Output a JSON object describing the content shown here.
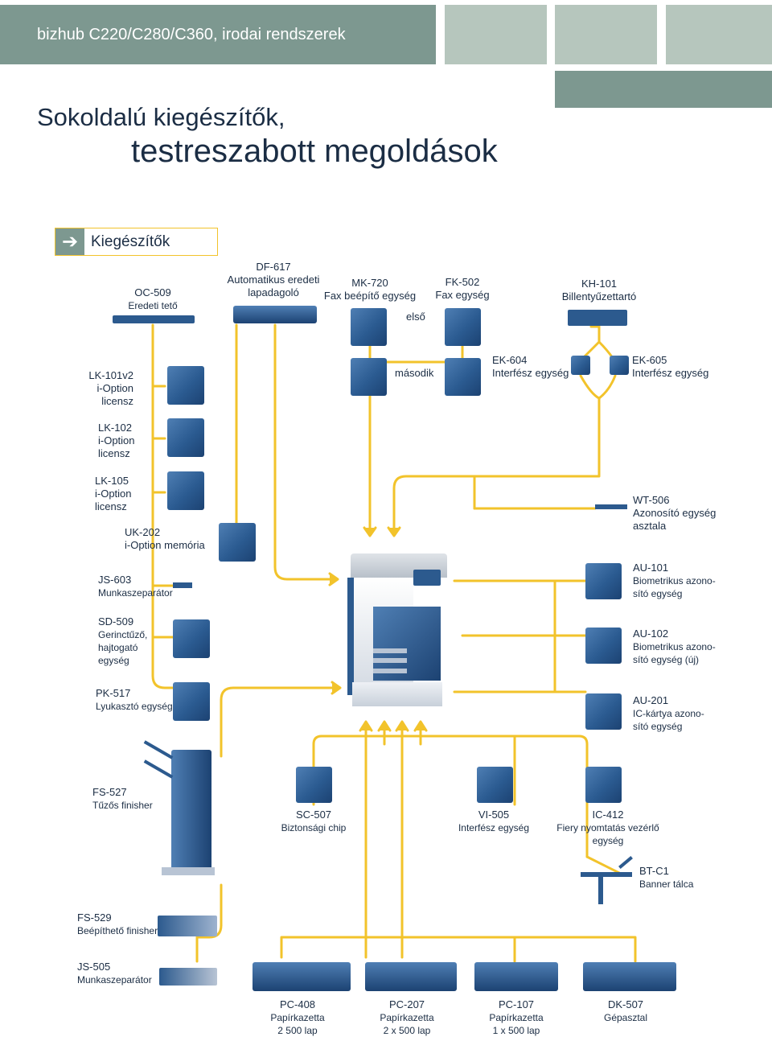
{
  "header": {
    "title": "bizhub C220/C280/C360, irodai rendszerek"
  },
  "headline": {
    "line1": "Sokoldalú kiegészítők,",
    "line2": "testreszabott megoldások"
  },
  "section": {
    "arrow": "➔",
    "title": "Kiegészítők"
  },
  "colors": {
    "header_bg": "#7d9890",
    "header_block": "#b6c6bd",
    "line": "#f2c32b",
    "module": "#2b5b91",
    "text": "#1b2d44"
  },
  "labels": {
    "oc509": {
      "name": "OC-509",
      "desc": "Eredeti tető"
    },
    "df617": {
      "name": "DF-617",
      "desc1": "Automatikus eredeti",
      "desc2": "lapadagoló"
    },
    "mk720": {
      "name": "MK-720",
      "desc": "Fax beépítő egység"
    },
    "fk502": {
      "name": "FK-502",
      "desc": "Fax egység"
    },
    "kh101": {
      "name": "KH-101",
      "desc": "Billentyűzettartó"
    },
    "elso": "első",
    "masodik": "második",
    "ek604": {
      "name": "EK-604",
      "desc": "Interfész egység"
    },
    "ek605": {
      "name": "EK-605",
      "desc": "Interfész egység"
    },
    "lk101": {
      "name": "LK-101v2",
      "desc1": "i-Option",
      "desc2": "licensz"
    },
    "lk102": {
      "name": "LK-102",
      "desc1": "i-Option",
      "desc2": "licensz"
    },
    "lk105": {
      "name": "LK-105",
      "desc1": "i-Option",
      "desc2": "licensz"
    },
    "uk202": {
      "name": "UK-202",
      "desc": "i-Option memória"
    },
    "wt506": {
      "name": "WT-506",
      "desc1": "Azonosító egység",
      "desc2": "asztala"
    },
    "js603": {
      "name": "JS-603",
      "desc": "Munkaszeparátor"
    },
    "au101": {
      "name": "AU-101",
      "desc1": "Biometrikus azono-",
      "desc2": "sító egység"
    },
    "sd509": {
      "name": "SD-509",
      "desc1": "Gerinctűző,",
      "desc2": "hajtogató",
      "desc3": "egység"
    },
    "au102": {
      "name": "AU-102",
      "desc1": "Biometrikus azono-",
      "desc2": "sító egység (új)"
    },
    "pk517": {
      "name": "PK-517",
      "desc": "Lyukasztó egység"
    },
    "au201": {
      "name": "AU-201",
      "desc1": "IC-kártya azono-",
      "desc2": "sító egység"
    },
    "fs527": {
      "name": "FS-527",
      "desc": "Tűzős finisher"
    },
    "sc507": {
      "name": "SC-507",
      "desc": "Biztonsági chip"
    },
    "vi505": {
      "name": "VI-505",
      "desc": "Interfész egység"
    },
    "ic412": {
      "name": "IC-412",
      "desc1": "Fiery nyomtatás vezérlő",
      "desc2": "egység"
    },
    "btc1": {
      "name": "BT-C1",
      "desc": "Banner tálca"
    },
    "fs529": {
      "name": "FS-529",
      "desc": "Beépíthető finisher"
    },
    "js505": {
      "name": "JS-505",
      "desc": "Munkaszeparátor"
    },
    "pc408": {
      "name": "PC-408",
      "desc1": "Papírkazetta",
      "desc2": "2 500 lap"
    },
    "pc207": {
      "name": "PC-207",
      "desc1": "Papírkazetta",
      "desc2": "2 x 500 lap"
    },
    "pc107": {
      "name": "PC-107",
      "desc1": "Papírkazetta",
      "desc2": "1 x 500 lap"
    },
    "dk507": {
      "name": "DK-507",
      "desc": "Gépasztal"
    }
  }
}
